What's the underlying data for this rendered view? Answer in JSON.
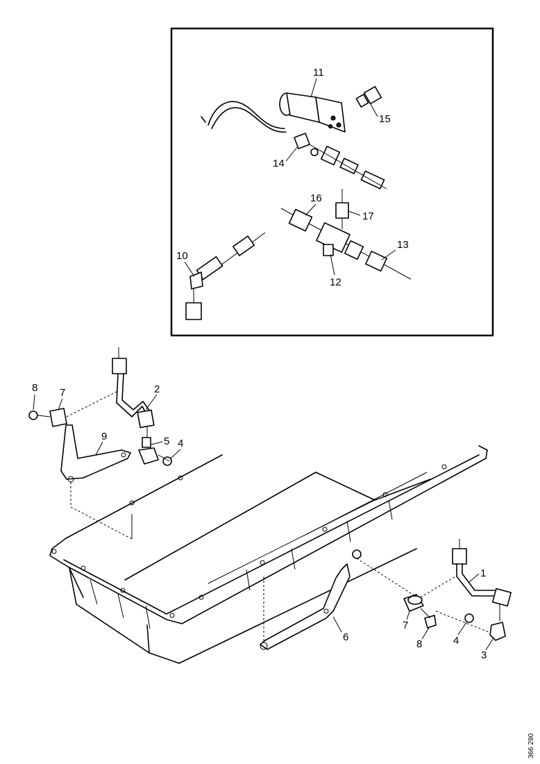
{
  "callouts": {
    "c1": "1",
    "c2": "2",
    "c3": "3",
    "c4a": "4",
    "c4b": "4",
    "c5": "5",
    "c6": "6",
    "c7a": "7",
    "c7b": "7",
    "c8a": "8",
    "c8b": "8",
    "c9": "9",
    "c10": "10",
    "c11": "11",
    "c12": "12",
    "c13": "13",
    "c14": "14",
    "c15": "15",
    "c16": "16",
    "c17": "17"
  },
  "drawing_code": "366 290"
}
